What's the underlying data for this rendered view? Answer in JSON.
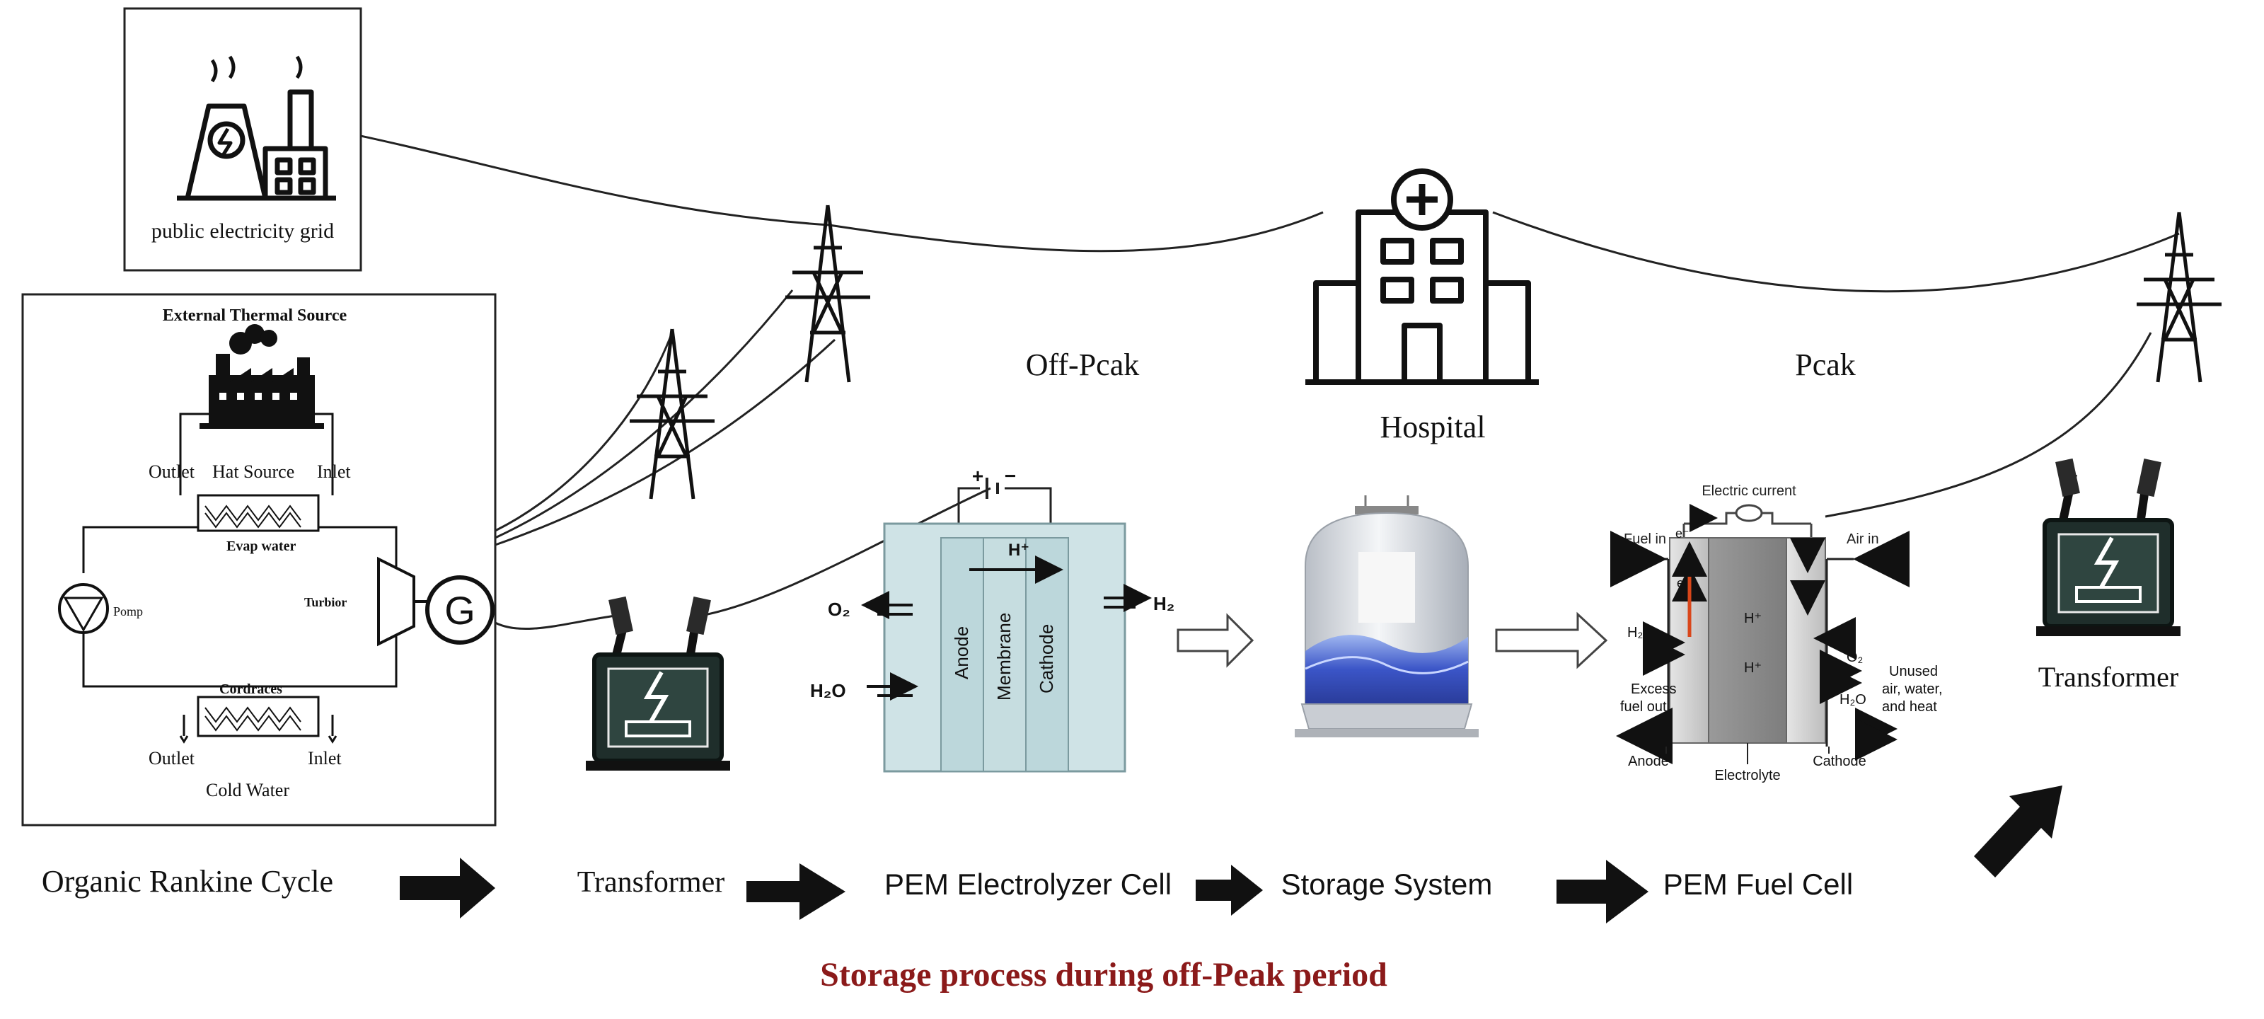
{
  "grid": {
    "label": "public electricity grid"
  },
  "orc": {
    "external_source": "External Thermal Source",
    "hot_outlet": "Outlet",
    "hot_source": "Hat Source",
    "hot_inlet": "Inlet",
    "evaporator": "Evap water",
    "pump": "Pomp",
    "turbine": "Turbior",
    "generator": "G",
    "condenser": "Cordraces",
    "cold_outlet": "Outlet",
    "cold_inlet": "Inlet",
    "cold_water": "Cold Water"
  },
  "labels": {
    "off_peak": "Off-Pcak",
    "peak": "Pcak",
    "hospital": "Hospital",
    "transformer_right": "Transformer"
  },
  "electrolyzer": {
    "o2": "O₂",
    "h2o": "H₂O",
    "h2": "H₂",
    "h_plus": "H⁺",
    "anode": "Anode",
    "membrane": "Membrane",
    "cathode": "Cathode",
    "plus": "+",
    "minus": "−"
  },
  "fuel_cell": {
    "electric_current": "Electric current",
    "fuel_in": "Fuel in",
    "air_in": "Air in",
    "electron": "e⁻",
    "h2": "H₂",
    "h_plus": "H⁺",
    "o2": "O₂",
    "h2o": "H₂O",
    "excess_fuel": [
      "Excess",
      "fuel out"
    ],
    "unused": [
      "Unused",
      "air, water,",
      "and heat"
    ],
    "anode": "Anode",
    "electrolyte": "Electrolyte",
    "cathode": "Cathode"
  },
  "flow": {
    "steps": [
      "Organic Rankine Cycle",
      "Transformer",
      "PEM Electrolyzer Cell",
      "Storage System",
      "PEM Fuel Cell"
    ]
  },
  "caption": "Storage process during off-Peak period",
  "colors": {
    "caption": "#8b1a1a",
    "electrolyzer": "#cfe3e6",
    "tank_wave": "#3b55c7",
    "transformer_body": "#1f2e2b",
    "fc_fuel_arrow": "#e0961f",
    "fc_air_arrow": "#3aa3d9",
    "fc_electron_arrow": "#d9461a"
  }
}
